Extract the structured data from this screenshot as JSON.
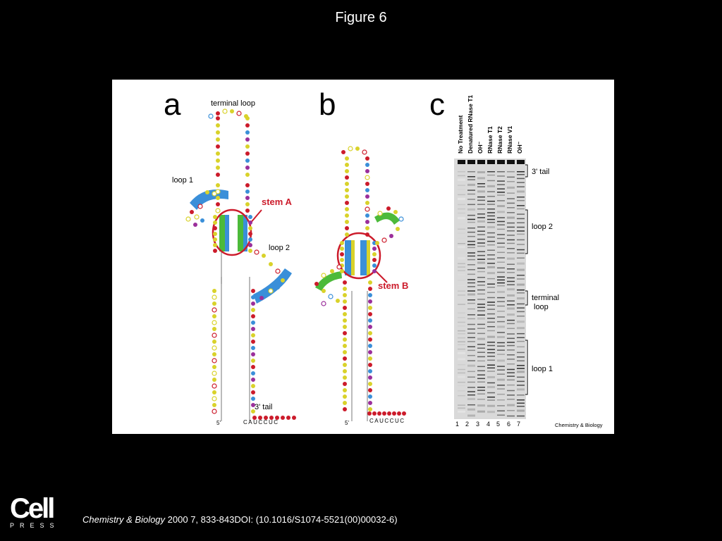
{
  "slide": {
    "title": "Figure 6"
  },
  "figure": {
    "panels": {
      "a": "a",
      "b": "b",
      "c": "c"
    },
    "panel_a": {
      "terminal_loop": "terminal loop",
      "loop1": "loop 1",
      "loop2": "loop 2",
      "stem": "stem A",
      "tail": "3' tail",
      "five_prime": "5'",
      "tail_seq": "CAUCCUC"
    },
    "panel_b": {
      "stem": "stem B",
      "five_prime": "5'",
      "tail_seq": "CAUCCUC"
    },
    "panel_c": {
      "lanes": [
        "No Treatment",
        "Denatured RNase T1",
        "OH⁻",
        "RNase T1",
        "RNase T2",
        "RNase V1",
        "OH⁻"
      ],
      "lane_numbers": [
        "1",
        "2",
        "3",
        "4",
        "5",
        "6",
        "7"
      ],
      "regions": {
        "tail": "3' tail",
        "loop2": "loop 2",
        "terminal1": "terminal",
        "terminal2": "loop",
        "loop1": "loop 1"
      },
      "credit": "Chemistry & Biology"
    }
  },
  "citation": {
    "journal": "Chemistry & Biology",
    "rest": " 2000 7, 833-843DOI: (10.1016/S1074-5521(00)00032-6)"
  },
  "logo": {
    "word": "Cell",
    "press": "PRESS"
  },
  "colors": {
    "red": "#cc1b2b",
    "yellow": "#d9d22a",
    "blue": "#3a8fd9",
    "green": "#4cba3a",
    "purple": "#9b2f9b"
  }
}
